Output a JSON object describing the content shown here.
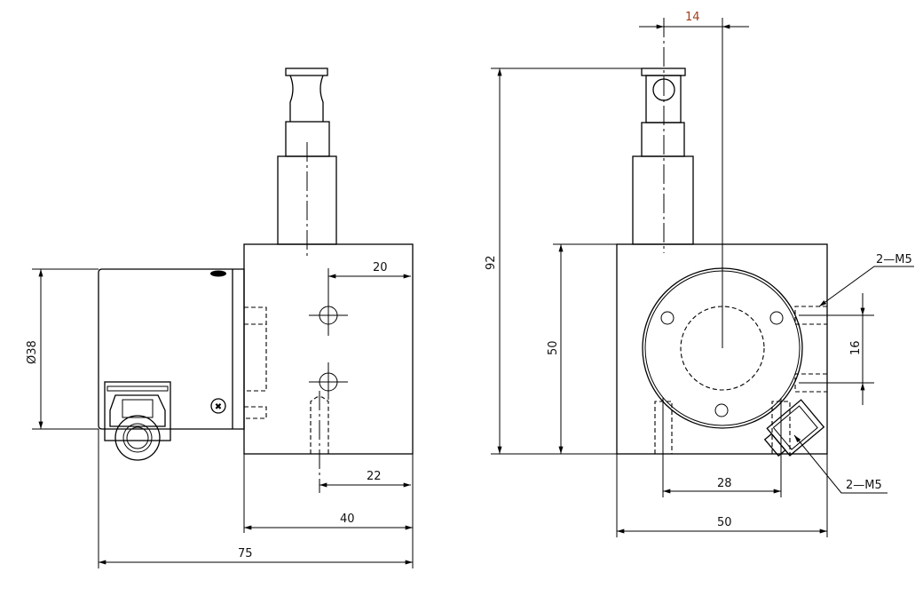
{
  "title": "Draw-wire sensor dimension drawing",
  "left_view": {
    "dims": {
      "d20": "20",
      "d22": "22",
      "d40": "40",
      "d75": "75",
      "dia38": "Ø38"
    }
  },
  "right_view": {
    "dims": {
      "d14": "14",
      "d92": "92",
      "d50v": "50",
      "d16": "16",
      "d28": "28",
      "d50h": "50"
    },
    "callouts": {
      "thread_side": "2—M5",
      "thread_bottom": "2—M5"
    }
  },
  "colors": {
    "line": "#000000",
    "dim_14": "#a0401a"
  }
}
